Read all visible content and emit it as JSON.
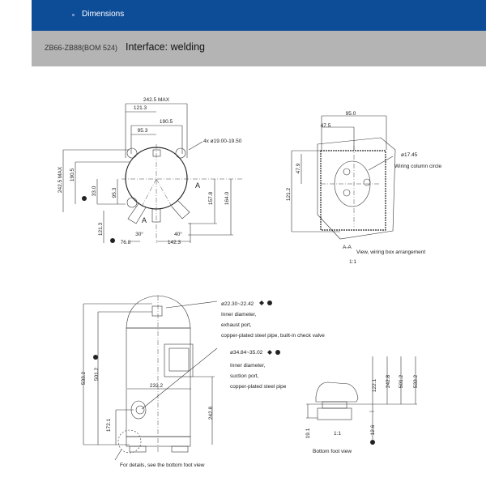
{
  "header": {
    "title": "Dimensions"
  },
  "subheader": {
    "model": "ZB66-ZB88(BOM 524)",
    "interface": "Interface: welding"
  },
  "top_view": {
    "dims": [
      "242.5 MAX",
      "121.3",
      "190.5",
      "95.3",
      "4x ø19.00-19.50",
      "242.5 MAX",
      "190.5",
      "33.0",
      "95.3",
      "157.8",
      "164.0",
      "121.3",
      "76.8",
      "142.3",
      "30°",
      "40°"
    ],
    "section_mark": "A"
  },
  "wiring_box": {
    "dims": [
      "95.0",
      "47.5",
      "47.9",
      "121.2",
      "ø17.45"
    ],
    "label": "Wiring column circle",
    "section": "A-A",
    "caption": "View, wiring box arrangement",
    "scale": "1:1"
  },
  "side_view": {
    "dims": [
      "533.2",
      "501.2",
      "232.2",
      "172.1",
      "242.8"
    ],
    "exhaust": {
      "diameter": "ø22.30~22.42",
      "lines": [
        "Inner diameter,",
        "exhaust port,",
        "copper-plated steel pipe, built-in check valve"
      ]
    },
    "suction": {
      "diameter": "ø34.84~35.02",
      "lines": [
        "Inner diameter,",
        "suction port,",
        "copper-plated steel pipe"
      ]
    },
    "note": "For details, see the bottom foot view"
  },
  "foot_view": {
    "dims": [
      "122.1",
      "242.8",
      "501.2",
      "533.2",
      "19.1",
      "12.6"
    ],
    "scale": "1:1",
    "caption": "Bottom foot view"
  }
}
